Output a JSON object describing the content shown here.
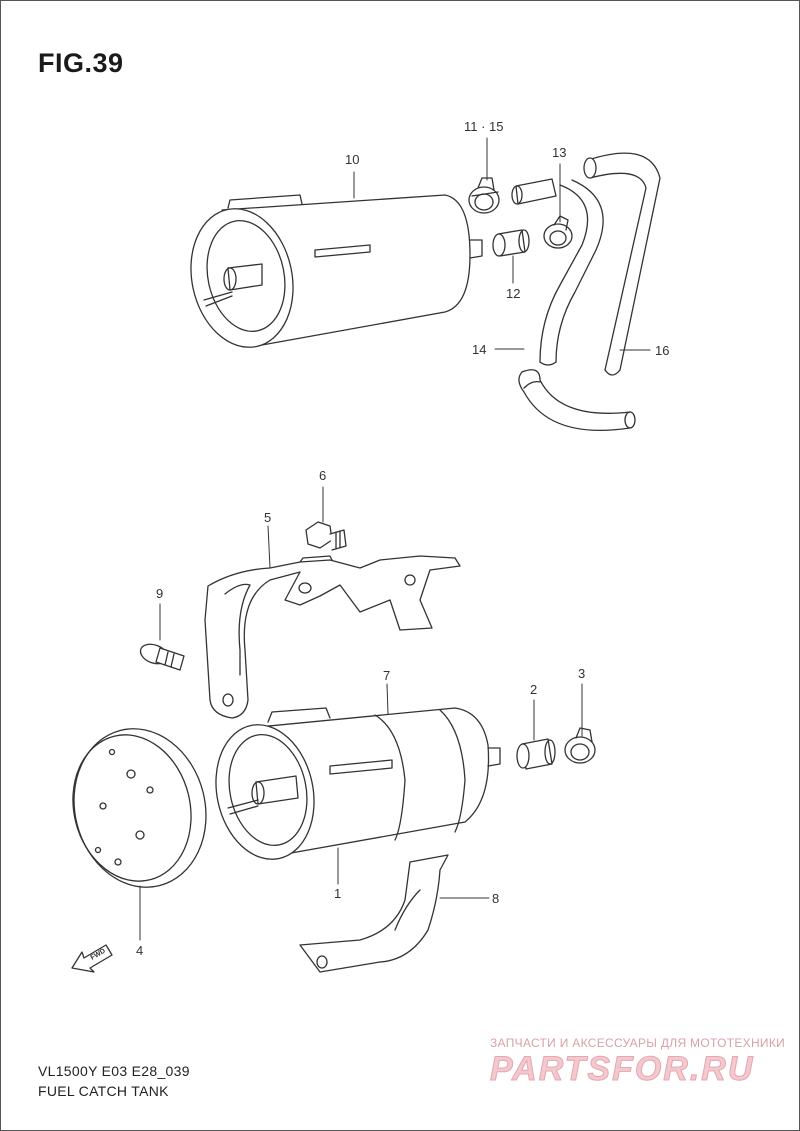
{
  "figure": {
    "title": "FIG.39",
    "model_code": "VL1500Y E03 E28_039",
    "caption": "FUEL CATCH TANK",
    "fwd_label": "FWD"
  },
  "callouts": {
    "c1": "1",
    "c2": "2",
    "c3": "3",
    "c4": "4",
    "c5": "5",
    "c6": "6",
    "c7": "7",
    "c8": "8",
    "c9": "9",
    "c10": "10",
    "c11_15": "11 · 15",
    "c12": "12",
    "c13": "13",
    "c14": "14",
    "c16": "16"
  },
  "watermark": {
    "tagline": "ЗАПЧАСТИ И АКСЕССУАРЫ ДЛЯ МОТОТЕХНИКИ",
    "brand": "PARTSFOR.RU"
  }
}
